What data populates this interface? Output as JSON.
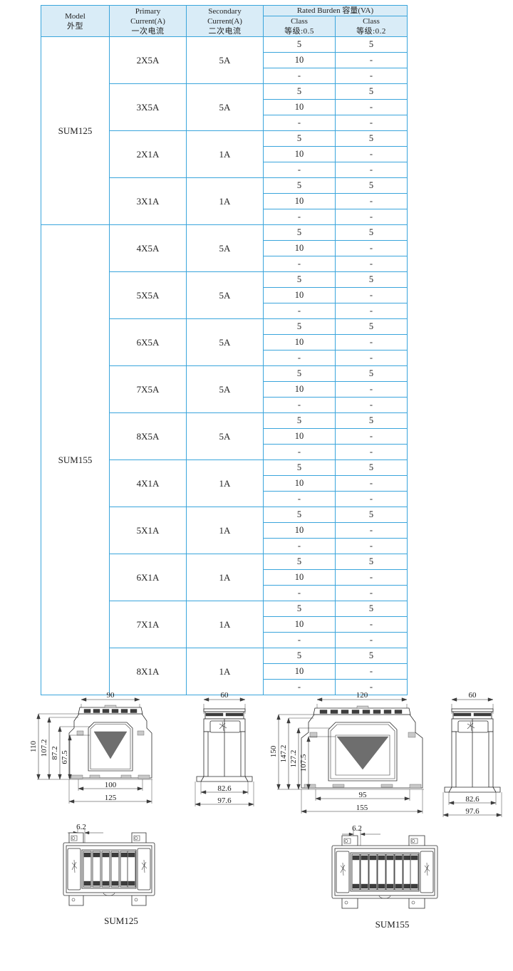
{
  "table": {
    "headers": {
      "model": {
        "en": "Model",
        "cn": "外型"
      },
      "primary": {
        "en": "Primary",
        "en2": "Current(A)",
        "cn": "一次电流"
      },
      "secondary": {
        "en": "Secondary",
        "en2": "Current(A)",
        "cn": "二次电流"
      },
      "burden_group": "Rated Burden 容量(VA)",
      "class_05": {
        "en": "Class",
        "cn": "等级:0.5"
      },
      "class_02": {
        "en": "Class",
        "cn": "等级:0.2"
      }
    },
    "groups": [
      {
        "model": "SUM125",
        "rows": [
          {
            "primary": "2X5A",
            "secondary": "5A",
            "burden": [
              {
                "c05": "5",
                "c02": "5"
              },
              {
                "c05": "10",
                "c02": "-"
              },
              {
                "c05": "-",
                "c02": "-"
              }
            ]
          },
          {
            "primary": "3X5A",
            "secondary": "5A",
            "burden": [
              {
                "c05": "5",
                "c02": "5"
              },
              {
                "c05": "10",
                "c02": "-"
              },
              {
                "c05": "-",
                "c02": "-"
              }
            ]
          },
          {
            "primary": "2X1A",
            "secondary": "1A",
            "burden": [
              {
                "c05": "5",
                "c02": "5"
              },
              {
                "c05": "10",
                "c02": "-"
              },
              {
                "c05": "-",
                "c02": "-"
              }
            ]
          },
          {
            "primary": "3X1A",
            "secondary": "1A",
            "burden": [
              {
                "c05": "5",
                "c02": "5"
              },
              {
                "c05": "10",
                "c02": "-"
              },
              {
                "c05": "-",
                "c02": "-"
              }
            ]
          }
        ]
      },
      {
        "model": "SUM155",
        "rows": [
          {
            "primary": "4X5A",
            "secondary": "5A",
            "burden": [
              {
                "c05": "5",
                "c02": "5"
              },
              {
                "c05": "10",
                "c02": "-"
              },
              {
                "c05": "-",
                "c02": "-"
              }
            ]
          },
          {
            "primary": "5X5A",
            "secondary": "5A",
            "burden": [
              {
                "c05": "5",
                "c02": "5"
              },
              {
                "c05": "10",
                "c02": "-"
              },
              {
                "c05": "-",
                "c02": "-"
              }
            ]
          },
          {
            "primary": "6X5A",
            "secondary": "5A",
            "burden": [
              {
                "c05": "5",
                "c02": "5"
              },
              {
                "c05": "10",
                "c02": "-"
              },
              {
                "c05": "-",
                "c02": "-"
              }
            ]
          },
          {
            "primary": "7X5A",
            "secondary": "5A",
            "burden": [
              {
                "c05": "5",
                "c02": "5"
              },
              {
                "c05": "10",
                "c02": "-"
              },
              {
                "c05": "-",
                "c02": "-"
              }
            ]
          },
          {
            "primary": "8X5A",
            "secondary": "5A",
            "burden": [
              {
                "c05": "5",
                "c02": "5"
              },
              {
                "c05": "10",
                "c02": "-"
              },
              {
                "c05": "-",
                "c02": "-"
              }
            ]
          },
          {
            "primary": "4X1A",
            "secondary": "1A",
            "burden": [
              {
                "c05": "5",
                "c02": "5"
              },
              {
                "c05": "10",
                "c02": "-"
              },
              {
                "c05": "-",
                "c02": "-"
              }
            ]
          },
          {
            "primary": "5X1A",
            "secondary": "1A",
            "burden": [
              {
                "c05": "5",
                "c02": "5"
              },
              {
                "c05": "10",
                "c02": "-"
              },
              {
                "c05": "-",
                "c02": "-"
              }
            ]
          },
          {
            "primary": "6X1A",
            "secondary": "1A",
            "burden": [
              {
                "c05": "5",
                "c02": "5"
              },
              {
                "c05": "10",
                "c02": "-"
              },
              {
                "c05": "-",
                "c02": "-"
              }
            ]
          },
          {
            "primary": "7X1A",
            "secondary": "1A",
            "burden": [
              {
                "c05": "5",
                "c02": "5"
              },
              {
                "c05": "10",
                "c02": "-"
              },
              {
                "c05": "-",
                "c02": "-"
              }
            ]
          },
          {
            "primary": "8X1A",
            "secondary": "1A",
            "burden": [
              {
                "c05": "5",
                "c02": "5"
              },
              {
                "c05": "10",
                "c02": "-"
              },
              {
                "c05": "-",
                "c02": "-"
              }
            ]
          }
        ]
      }
    ]
  },
  "drawings": {
    "sum125": {
      "caption": "SUM125",
      "front": {
        "width_top": "90",
        "width_inner": "100",
        "width_outer": "125",
        "height_outer": "110",
        "height_2": "107.2",
        "height_3": "87.2",
        "height_4": "67.5",
        "terminal_count": 6
      },
      "side": {
        "width_top": "60",
        "width_inner": "82.6",
        "width_outer": "97.6"
      },
      "plan": {
        "slot": "6.2",
        "terminal_count": 6
      }
    },
    "sum155": {
      "caption": "SUM155",
      "front": {
        "width_top": "120",
        "width_inner": "95",
        "width_outer": "155",
        "height_outer": "150",
        "height_2": "147.2",
        "height_3": "127.2",
        "height_4": "107.5",
        "terminal_count": 8
      },
      "side": {
        "width_top": "60",
        "width_inner": "82.6",
        "width_outer": "97.6"
      },
      "plan": {
        "slot": "6.2",
        "terminal_count": 8
      }
    }
  },
  "colors": {
    "table_border": "#3aa5dc",
    "header_fill": "#d9ecf7",
    "line": "#2b2b2b",
    "core_fill": "#6e6e6e"
  }
}
